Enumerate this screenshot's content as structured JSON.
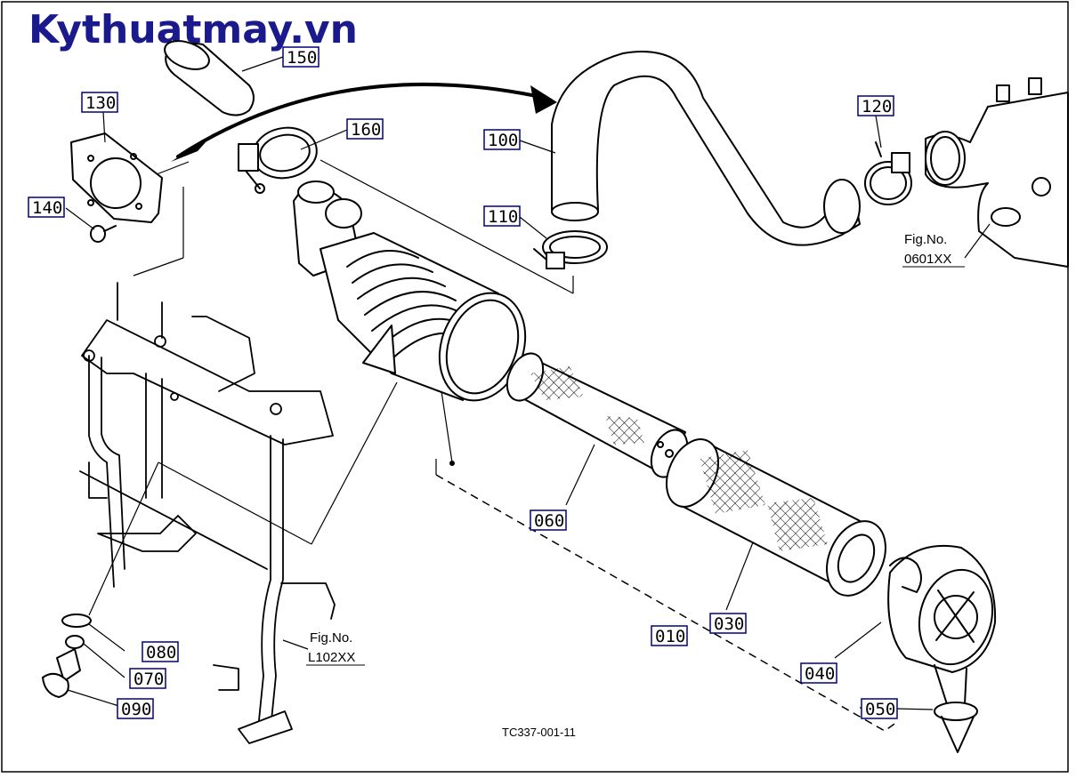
{
  "brand": {
    "text": "Kythuatmay.vn",
    "color": "#1a1a8c"
  },
  "colors": {
    "line": "#000000",
    "callout_box": "#000080",
    "background": "#ffffff"
  },
  "callouts": {
    "p150": "150",
    "p130": "130",
    "p140": "140",
    "p160": "160",
    "p100": "100",
    "p110": "110",
    "p120": "120",
    "p060": "060",
    "p010": "010",
    "p030": "030",
    "p080": "080",
    "p070": "070",
    "p090": "090",
    "p040": "040",
    "p050": "050"
  },
  "fig_refs": {
    "engine_fig_label": "Fig.No.",
    "engine_fig_no": "0601XX",
    "frame_fig_label": "Fig.No.",
    "frame_fig_no": "L102XX"
  },
  "drawing_code": "TC337-001-11"
}
